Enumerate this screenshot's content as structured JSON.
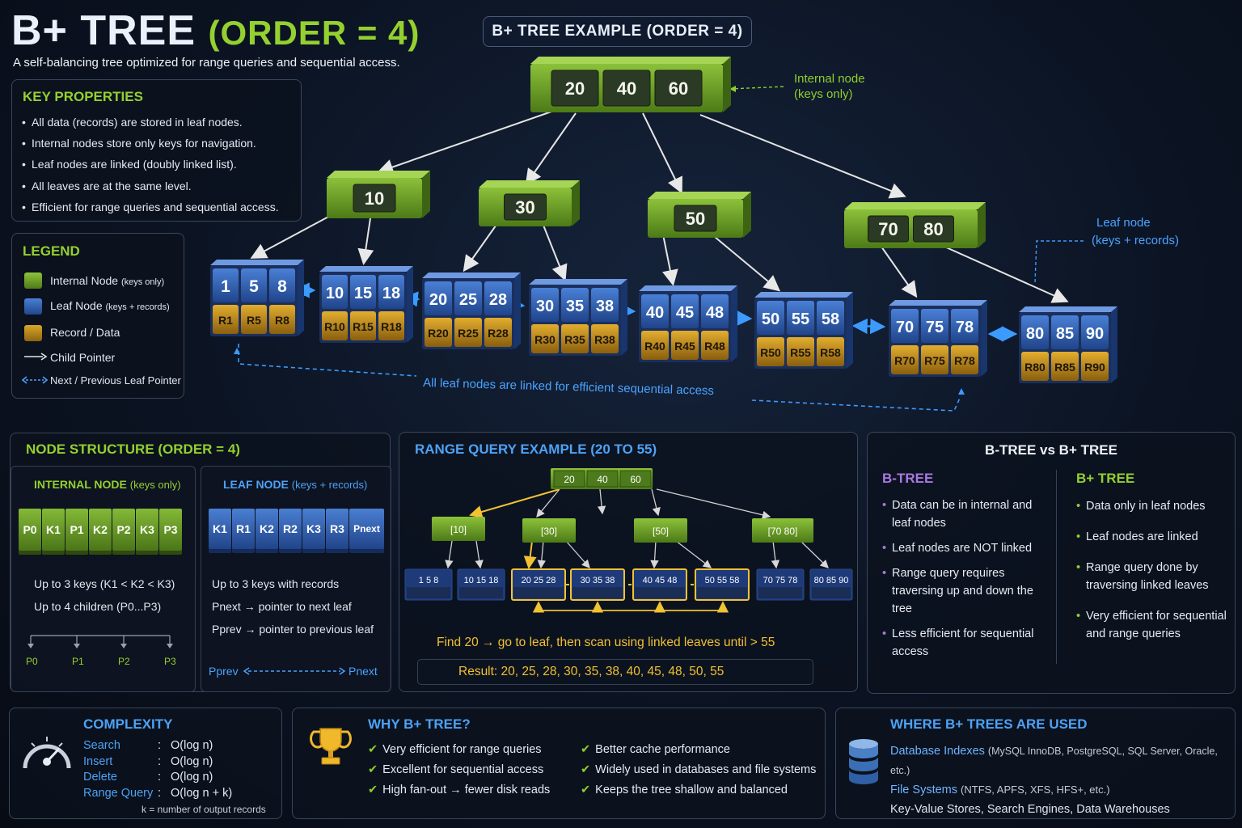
{
  "title": {
    "main": "B+ TREE",
    "order": "(ORDER = 4)",
    "subtitle": "A self-balancing tree optimized for range queries and sequential access."
  },
  "example_title": "B+ TREE EXAMPLE (ORDER = 4)",
  "key_properties": {
    "heading": "KEY PROPERTIES",
    "items": [
      "All data (records) are stored in leaf nodes.",
      "Internal nodes store only keys for navigation.",
      "Leaf nodes are linked (doubly linked list).",
      "All leaves are at the same level.",
      "Efficient for range queries and sequential access."
    ]
  },
  "legend": {
    "heading": "LEGEND",
    "internal": "Internal Node",
    "internal_note": "(keys only)",
    "leaf": "Leaf Node",
    "leaf_note": "(keys + records)",
    "record": "Record / Data",
    "child": "Child Pointer",
    "next": "Next / Previous Leaf Pointer"
  },
  "tree": {
    "root": [
      "20",
      "40",
      "60"
    ],
    "internal": [
      [
        "10"
      ],
      [
        "30"
      ],
      [
        "50"
      ],
      [
        "70",
        "80"
      ]
    ],
    "leaves": [
      {
        "keys": [
          "1",
          "5",
          "8"
        ],
        "recs": [
          "R1",
          "R5",
          "R8"
        ]
      },
      {
        "keys": [
          "10",
          "15",
          "18"
        ],
        "recs": [
          "R10",
          "R15",
          "R18"
        ]
      },
      {
        "keys": [
          "20",
          "25",
          "28"
        ],
        "recs": [
          "R20",
          "R25",
          "R28"
        ]
      },
      {
        "keys": [
          "30",
          "35",
          "38"
        ],
        "recs": [
          "R30",
          "R35",
          "R38"
        ]
      },
      {
        "keys": [
          "40",
          "45",
          "48"
        ],
        "recs": [
          "R40",
          "R45",
          "R48"
        ]
      },
      {
        "keys": [
          "50",
          "55",
          "58"
        ],
        "recs": [
          "R50",
          "R55",
          "R58"
        ]
      },
      {
        "keys": [
          "70",
          "75",
          "78"
        ],
        "recs": [
          "R70",
          "R75",
          "R78"
        ]
      },
      {
        "keys": [
          "80",
          "85",
          "90"
        ],
        "recs": [
          "R80",
          "R85",
          "R90"
        ]
      }
    ],
    "internal_label": "Internal node",
    "internal_label_note": "(keys only)",
    "leaf_label": "Leaf node",
    "leaf_label_note": "(keys + records)",
    "link_caption": "All leaf nodes are linked for efficient sequential access"
  },
  "node_structure": {
    "heading": "NODE STRUCTURE (ORDER = 4)",
    "internal_title": "INTERNAL NODE",
    "internal_note": "(keys only)",
    "internal_cells": [
      "P0",
      "K1",
      "P1",
      "K2",
      "P2",
      "K3",
      "P3"
    ],
    "internal_lines": [
      "Up to 3 keys (K1 < K2 < K3)",
      "Up to 4 children (P0...P3)"
    ],
    "children": [
      "P0",
      "P1",
      "P2",
      "P3"
    ],
    "leaf_title": "LEAF NODE",
    "leaf_note": "(keys + records)",
    "leaf_cells": [
      "K1",
      "R1",
      "K2",
      "R2",
      "K3",
      "R3",
      "Pnext"
    ],
    "leaf_lines": [
      "Up to 3 keys with records",
      "Pnext → pointer to next leaf",
      "Pprev → pointer to previous leaf"
    ],
    "pprev": "Pprev",
    "pnext": "Pnext"
  },
  "range_query": {
    "heading": "RANGE QUERY EXAMPLE (20 TO 55)",
    "root": [
      "20",
      "40",
      "60"
    ],
    "internal": [
      "[10]",
      "[30]",
      "[50]",
      "[70  80]"
    ],
    "leaves": [
      "1  5  8",
      "10 15 18",
      "20 25 28",
      "30 35 38",
      "40 45 48",
      "50 55 58",
      "70 75 78",
      "80 85 90"
    ],
    "find": "Find 20  → go to leaf, then scan using linked leaves until  >  55",
    "result": "Result:  20,  25,  28,  30,  35,  38,  40,  45,  48,  50,  55"
  },
  "compare": {
    "heading": "B-TREE vs B+ TREE",
    "btree_title": "B-TREE",
    "btree": [
      "Data can be in internal and leaf nodes",
      "Leaf nodes are NOT linked",
      "Range query requires traversing up and down the tree",
      "Less efficient for sequential access"
    ],
    "bplus_title": "B+ TREE",
    "bplus": [
      "Data only in leaf nodes",
      "Leaf nodes are linked",
      "Range query done by traversing linked leaves",
      "Very efficient for sequential  and range queries"
    ]
  },
  "complexity": {
    "heading": "COMPLEXITY",
    "rows": [
      {
        "op": "Search",
        "val": "O(log n)"
      },
      {
        "op": "Insert",
        "val": "O(log n)"
      },
      {
        "op": "Delete",
        "val": "O(log n)"
      },
      {
        "op": "Range Query",
        "val": "O(log n  +  k)"
      }
    ],
    "note": "k = number of output records"
  },
  "why": {
    "heading": "WHY B+ TREE?",
    "col1": [
      "Very efficient for range queries",
      "Excellent for sequential access",
      "High fan-out → fewer disk reads"
    ],
    "col2": [
      "Better cache performance",
      "Widely used in databases and file systems",
      "Keeps the tree shallow and balanced"
    ]
  },
  "where": {
    "heading": "WHERE B+ TREES ARE USED",
    "rows": [
      {
        "main": "Database Indexes",
        "note": "(MySQL InnoDB, PostgreSQL, SQL Server, Oracle, etc.)"
      },
      {
        "main": "File Systems",
        "note": "(NTFS, APFS, XFS, HFS+, etc.)"
      },
      {
        "main": "Key-Value Stores, Search Engines, Data Warehouses",
        "note": ""
      }
    ]
  },
  "colors": {
    "internal": "#6e9e26",
    "leaf": "#2f5fae",
    "record": "#b98a1c",
    "accent_blue": "#4aa3ff",
    "accent_green": "#8fce2e",
    "accent_gold": "#e8b52a"
  }
}
